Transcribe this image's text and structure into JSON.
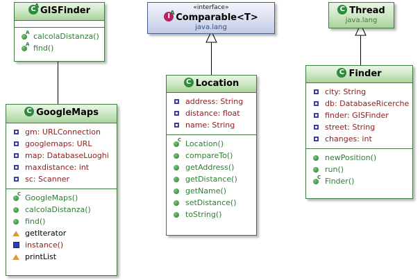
{
  "diagram": {
    "title": "UML Class Diagram",
    "background": "#ffffff",
    "class_border_color": "#3f7a3f",
    "interface_border_color": "#4a5a8a",
    "field_text_color": "#8e1b1b",
    "method_text_color": "#2e7d32",
    "package_text_color": "#3f7a3f"
  },
  "classes": {
    "gisfinder": {
      "name": "GISFinder",
      "icon": "class-abstract-icon",
      "fields": [],
      "methods": [
        {
          "label": "calcolaDistanza()",
          "icon": "method-abstract-icon",
          "kind": "method-abstract"
        },
        {
          "label": "find()",
          "icon": "method-abstract-icon",
          "kind": "method-abstract"
        }
      ]
    },
    "googlemaps": {
      "name": "GoogleMaps",
      "icon": "class-icon",
      "fields": [
        {
          "label": "gm: URLConnection",
          "icon": "field-icon",
          "kind": "field"
        },
        {
          "label": "googlemaps: URL",
          "icon": "field-icon",
          "kind": "field"
        },
        {
          "label": "map: DatabaseLuoghi",
          "icon": "field-icon",
          "kind": "field"
        },
        {
          "label": "maxdistance: int",
          "icon": "field-icon",
          "kind": "field"
        },
        {
          "label": "sc: Scanner",
          "icon": "field-icon",
          "kind": "field"
        }
      ],
      "methods": [
        {
          "label": "GoogleMaps()",
          "icon": "method-constructor-icon",
          "kind": "constructor"
        },
        {
          "label": "calcolaDistanza()",
          "icon": "method-icon",
          "kind": "method"
        },
        {
          "label": "find()",
          "icon": "method-icon",
          "kind": "method"
        },
        {
          "label": "getIterator",
          "icon": "warning-triangle-icon",
          "kind": "warning"
        },
        {
          "label": "instance()",
          "icon": "blue-square-icon",
          "kind": "blue"
        },
        {
          "label": "printList",
          "icon": "warning-triangle-icon",
          "kind": "warning"
        }
      ]
    },
    "comparable": {
      "name": "Comparable",
      "generic": "<T>",
      "stereotype": "«interface»",
      "package": "java.lang",
      "icon": "interface-abstract-icon",
      "fields": [],
      "methods": []
    },
    "location": {
      "name": "Location",
      "icon": "class-icon",
      "fields": [
        {
          "label": "address: String",
          "icon": "field-icon",
          "kind": "field"
        },
        {
          "label": "distance: float",
          "icon": "field-icon",
          "kind": "field"
        },
        {
          "label": "name: String",
          "icon": "field-icon",
          "kind": "field"
        }
      ],
      "methods": [
        {
          "label": "Location()",
          "icon": "method-constructor-icon",
          "kind": "constructor"
        },
        {
          "label": "compareTo()",
          "icon": "method-icon",
          "kind": "method"
        },
        {
          "label": "getAddress()",
          "icon": "method-icon",
          "kind": "method"
        },
        {
          "label": "getDistance()",
          "icon": "method-icon",
          "kind": "method"
        },
        {
          "label": "getName()",
          "icon": "method-icon",
          "kind": "method"
        },
        {
          "label": "setDistance()",
          "icon": "method-icon",
          "kind": "method"
        },
        {
          "label": "toString()",
          "icon": "method-icon",
          "kind": "method"
        }
      ]
    },
    "thread": {
      "name": "Thread",
      "package": "java.lang",
      "icon": "class-icon",
      "fields": [],
      "methods": []
    },
    "finder": {
      "name": "Finder",
      "icon": "class-icon",
      "fields": [
        {
          "label": "city: String",
          "icon": "field-icon",
          "kind": "field"
        },
        {
          "label": "db: DatabaseRicerche",
          "icon": "field-icon",
          "kind": "field"
        },
        {
          "label": "finder: GISFinder",
          "icon": "field-icon",
          "kind": "field"
        },
        {
          "label": "street: String",
          "icon": "field-icon",
          "kind": "field"
        },
        {
          "label": "changes: int",
          "icon": "field-icon",
          "kind": "field"
        }
      ],
      "methods": [
        {
          "label": "newPosition()",
          "icon": "method-icon",
          "kind": "method"
        },
        {
          "label": "run()",
          "icon": "method-icon",
          "kind": "method"
        },
        {
          "label": "Finder()",
          "icon": "method-constructor-icon",
          "kind": "constructor"
        }
      ]
    }
  },
  "relations": [
    {
      "name": "googlemaps-extends-gisfinder",
      "from": "GoogleMaps",
      "to": "GISFinder",
      "type": "generalization"
    },
    {
      "name": "location-implements-comparable",
      "from": "Location",
      "to": "Comparable",
      "type": "generalization"
    },
    {
      "name": "finder-extends-thread",
      "from": "Finder",
      "to": "Thread",
      "type": "generalization"
    }
  ]
}
